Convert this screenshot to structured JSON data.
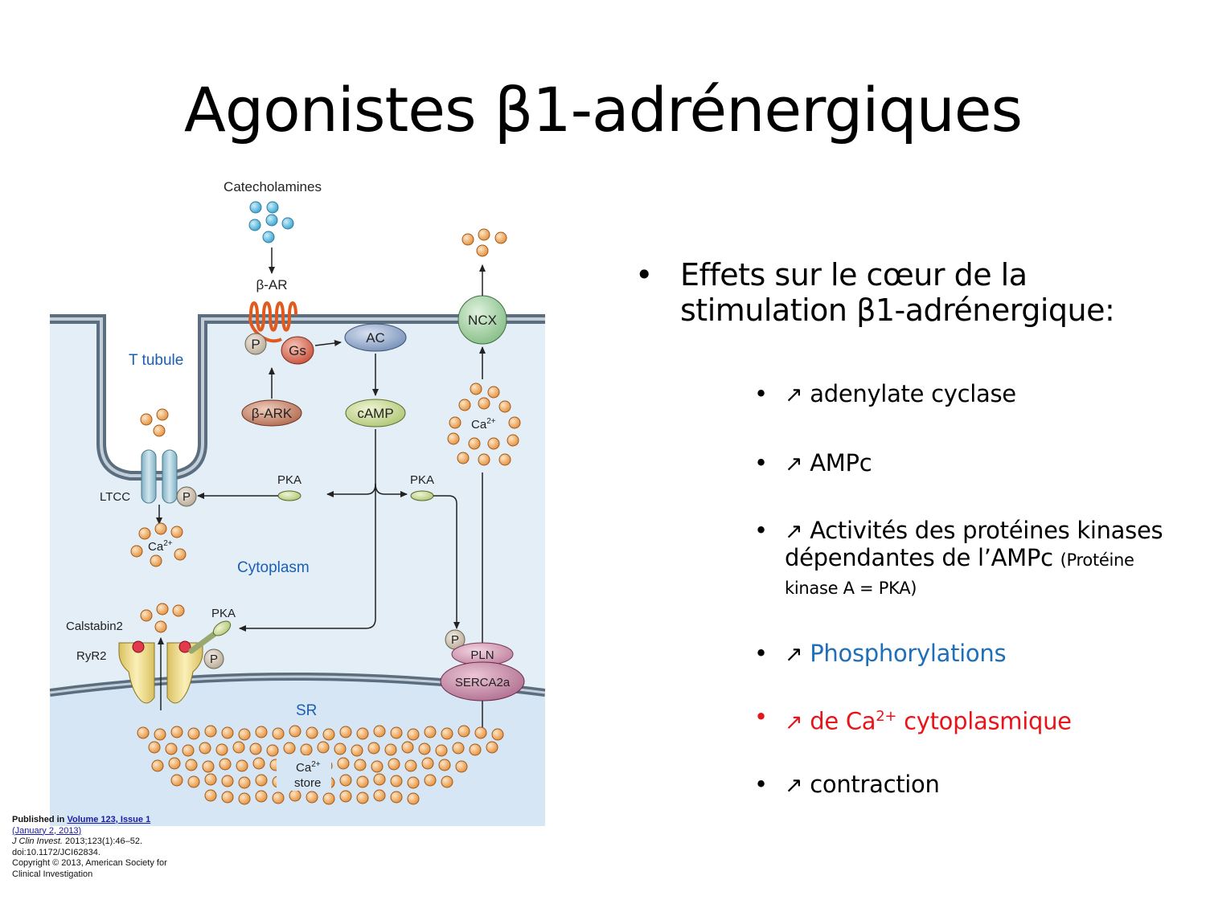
{
  "slide": {
    "title": "Agonistes β1-adrénergiques"
  },
  "diagram": {
    "labels": {
      "catecholamines": "Catecholamines",
      "beta_ar": "β-AR",
      "p": "P",
      "gs": "Gs",
      "ac": "AC",
      "ncx": "NCX",
      "t_tubule": "T tubule",
      "beta_ark": "β-ARK",
      "camp": "cAMP",
      "ca": "Ca",
      "ca_sup": "2+",
      "pka": "PKA",
      "ltcc": "LTCC",
      "cytoplasm": "Cytoplasm",
      "calstabin2": "Calstabin2",
      "ryr2": "RyR2",
      "pln": "PLN",
      "serca2a": "SERCA2a",
      "sr": "SR",
      "store": "store"
    },
    "colors": {
      "cytoplasm_bg": "#e3eef7",
      "membrane": "#5a6e80",
      "catecholamine": "#4fb0d8",
      "calcium": "#f0a85a",
      "ncx": "#a8d4a8",
      "ac": "#8fa8cc",
      "gs": "#d9705a",
      "beta_ark": "#c4826a",
      "camp": "#c8d896",
      "ltcc": "#a8ccd8",
      "ryr2": "#f0de8a",
      "pln": "#d8a8c0",
      "serca2a": "#c890a8",
      "p_circle": "#d8cbbc",
      "receptor": "#e05a1e",
      "text_blue": "#1a5fb4"
    }
  },
  "bullets": {
    "main": {
      "bullet": "•",
      "text": "Effets sur le cœur de la stimulation β1-adrénergique:"
    },
    "items": [
      {
        "bullet": "•",
        "arrow": "↗",
        "text": " adenylate cyclase"
      },
      {
        "bullet": "•",
        "arrow": "↗",
        "text": "AMPc"
      },
      {
        "bullet": "•",
        "arrow": "↗",
        "text": "Activités des protéines kinases dépendantes de l’AMPc",
        "small": "(Protéine kinase A = PKA)"
      },
      {
        "bullet": "•",
        "arrow": "↗",
        "text": " Phosphorylations"
      },
      {
        "bullet": "•",
        "arrow": "↗",
        "text": "de Ca",
        "sup": "2+",
        "text_after": " cytoplasmique"
      },
      {
        "bullet": "•",
        "arrow": "↗",
        "text": "contraction"
      }
    ],
    "colors": {
      "blue": "#1f6fb8",
      "red": "#e8141a"
    }
  },
  "caption": {
    "published_in": "Published in ",
    "volume_link": "Volume 123, Issue 1",
    "date_link": " (January 2, 2013)",
    "journal": "J Clin Invest.",
    "citation": " 2013;123(1):46–52.",
    "doi": "doi:10.1172/JCI62834.",
    "copyright": "Copyright © 2013, American Society for Clinical Investigation"
  }
}
